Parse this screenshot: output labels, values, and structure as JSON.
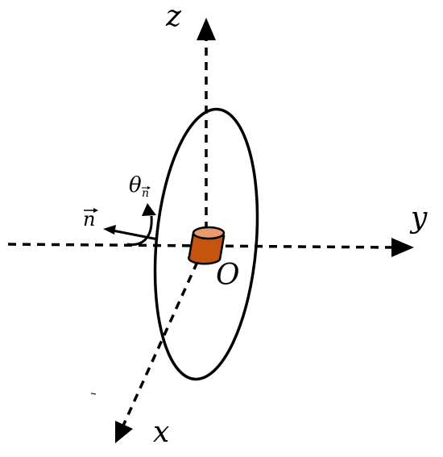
{
  "axes": {
    "z_label": "z",
    "y_label": "y",
    "x_label": "x"
  },
  "origin_label": "O",
  "vector_label": "n",
  "angle_symbol": "θ",
  "angle_subscript": "n",
  "colors": {
    "stroke": "#000000",
    "cylinder_body": "#C4540E",
    "cylinder_top": "#E89A70"
  }
}
